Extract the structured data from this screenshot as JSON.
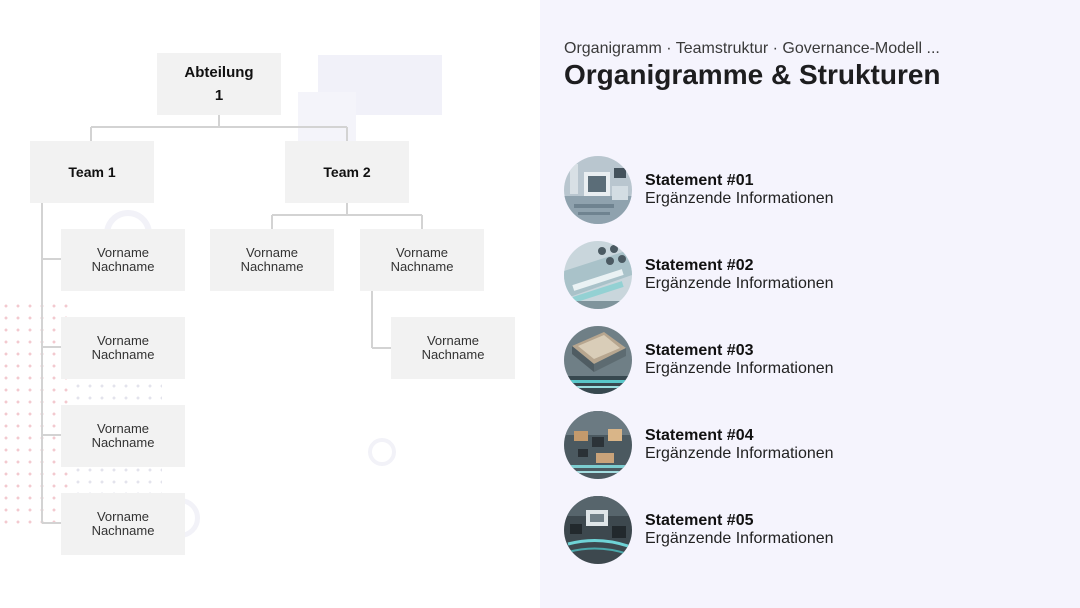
{
  "header": {
    "eyebrow": "Organigramm · Teamstruktur · Governance-Modell  ...",
    "title": "Organigramme & Strukturen"
  },
  "org_chart": {
    "department": {
      "line1": "Abteilung",
      "line2": "1"
    },
    "teams": [
      {
        "label": "Team 1",
        "members": [
          {
            "first": "Vorname",
            "last": "Nachname"
          },
          {
            "first": "Vorname",
            "last": "Nachname"
          },
          {
            "first": "Vorname",
            "last": "Nachname"
          },
          {
            "first": "Vorname",
            "last": "Nachname"
          }
        ]
      },
      {
        "label": "Team 2",
        "members": [
          {
            "first": "Vorname",
            "last": "Nachname"
          },
          {
            "first": "Vorname",
            "last": "Nachname"
          },
          {
            "first": "Vorname",
            "last": "Nachname"
          }
        ]
      }
    ]
  },
  "statements": [
    {
      "title": "Statement #01",
      "subtitle": "Ergänzende Informationen",
      "image": "circuit-board-photo"
    },
    {
      "title": "Statement #02",
      "subtitle": "Ergänzende Informationen",
      "image": "circuit-board-photo"
    },
    {
      "title": "Statement #03",
      "subtitle": "Ergänzende Informationen",
      "image": "microchip-photo"
    },
    {
      "title": "Statement #04",
      "subtitle": "Ergänzende Informationen",
      "image": "circuit-board-photo"
    },
    {
      "title": "Statement #05",
      "subtitle": "Ergänzende Informationen",
      "image": "circuit-board-photo"
    }
  ],
  "colors": {
    "panel_background": "#f5f4fd",
    "node_background": "#f2f2f2",
    "connector": "#d3d3d3"
  }
}
